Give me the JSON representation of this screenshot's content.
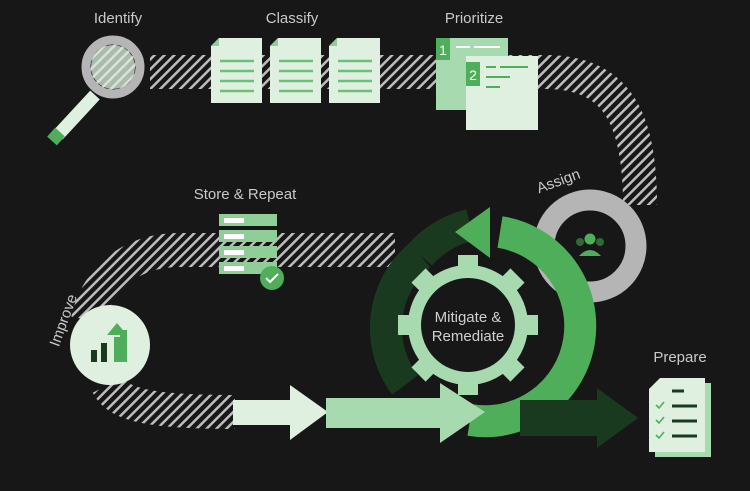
{
  "steps": {
    "identify": "Identify",
    "classify": "Classify",
    "prioritize": "Prioritize",
    "assign": "Assign",
    "mitigate_line1": "Mitigate &",
    "mitigate_line2": "Remediate",
    "prepare": "Prepare",
    "improve": "Improve",
    "store": "Store & Repeat"
  },
  "prioritize_badges": [
    "1",
    "2"
  ],
  "icons": [
    "magnifier-icon",
    "document-icon",
    "priority-list-icon",
    "team-icon",
    "gear-icon",
    "cycle-arrows-icon",
    "checklist-icon",
    "growth-chart-icon",
    "storage-stack-icon",
    "check-badge-icon"
  ],
  "colors": {
    "background": "#171717",
    "light_green": "#dff0e0",
    "mid_green": "#a8dab0",
    "green": "#4fae5a",
    "dark_green": "#1a3a20",
    "grey": "#b5b5b5"
  }
}
